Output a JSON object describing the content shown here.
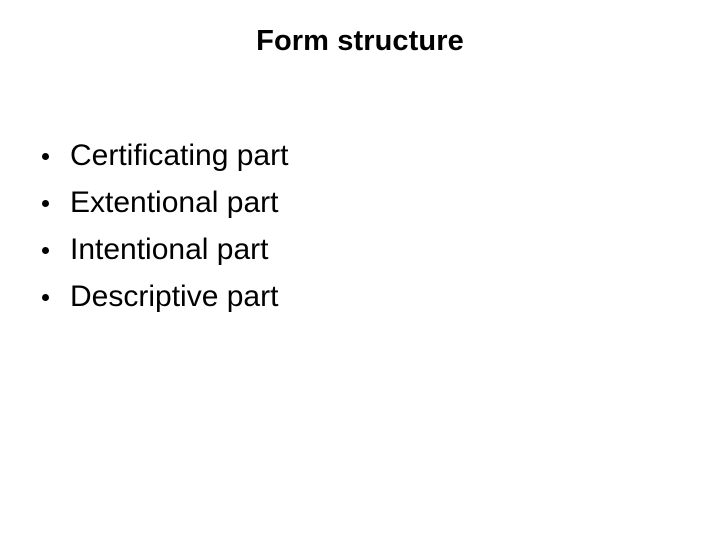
{
  "slide": {
    "title": "Form structure",
    "background_color": "#ffffff",
    "text_color": "#000000",
    "bullets": [
      {
        "label": "Certificating part",
        "marker": "bullet-dot"
      },
      {
        "label": "Extentional part",
        "marker": "bullet-dot"
      },
      {
        "label": "Intentional part",
        "marker": "bullet-dot"
      },
      {
        "label": "Descriptive part",
        "marker": "bullet-dot"
      }
    ]
  }
}
